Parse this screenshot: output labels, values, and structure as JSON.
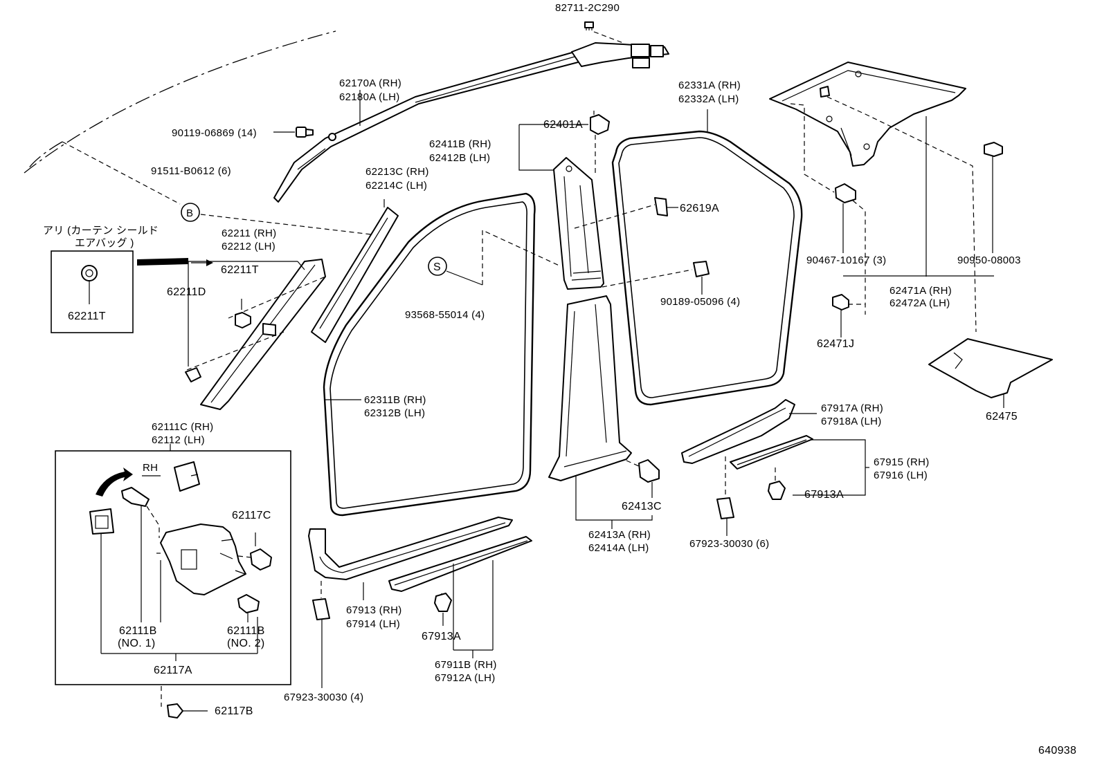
{
  "labels": {
    "p82711": "82711-2C290",
    "p62170": "62170A (RH)",
    "p62180": "62180A (LH)",
    "p90119": "90119-06869 (14)",
    "p91511": "91511-B0612 (6)",
    "ref_b": "B",
    "ref_s": "S",
    "jp1": "アリ (カーテン シールド",
    "jp2": "エアバッグ )",
    "p62211T_box": "62211T",
    "p62211": "62211 (RH)",
    "p62212": "62212 (LH)",
    "p62211T": "62211T",
    "p62211D": "62211D",
    "p62213C": "62213C (RH)",
    "p62214C": "62214C (LH)",
    "p62401A": "62401A",
    "p62411B": "62411B (RH)",
    "p62412B": "62412B (LH)",
    "p62619A": "62619A",
    "p62331A": "62331A (RH)",
    "p62332A": "62332A (LH)",
    "p93568": "93568-55014 (4)",
    "p90189": "90189-05096 (4)",
    "p90467": "90467-10167 (3)",
    "p90950": "90950-08003",
    "p62471A": "62471A (RH)",
    "p62472A": "62472A (LH)",
    "p62471J": "62471J",
    "p62475": "62475",
    "p62311B": "62311B (RH)",
    "p62312B": "62312B (LH)",
    "p62111C": "62111C (RH)",
    "p62112": "62112    (LH)",
    "rh": "RH",
    "p62117C": "62117C",
    "p62111B1": "62111B",
    "no1": "(NO. 1)",
    "p62111B2": "62111B",
    "no2": "(NO. 2)",
    "p62117A": "62117A",
    "p62117B": "62117B",
    "p67917A": "67917A (RH)",
    "p67918A": "67918A (LH)",
    "p67915": "67915 (RH)",
    "p67916": "67916 (LH)",
    "p67913A_r": "67913A",
    "p62413C": "62413C",
    "p62413A": "62413A (RH)",
    "p62414A": "62414A (LH)",
    "p67923_6": "67923-30030 (6)",
    "p67913": "67913 (RH)",
    "p67914": "67914 (LH)",
    "p67913A_l": "67913A",
    "p67911B": "67911B (RH)",
    "p67912A": "67912A (LH)",
    "p67923_4": "67923-30030 (4)",
    "fig_no": "640938"
  }
}
